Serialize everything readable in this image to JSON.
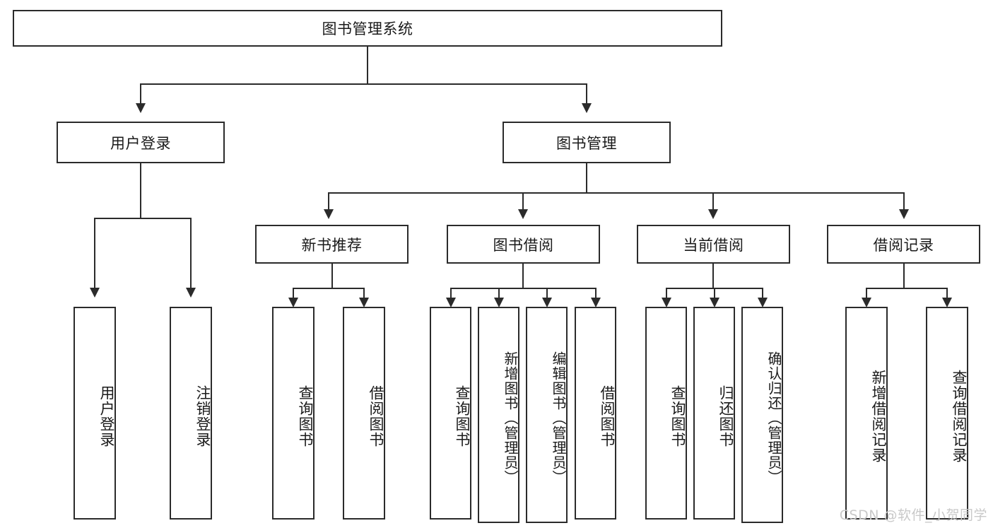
{
  "diagram": {
    "type": "tree-hierarchy",
    "title": "图书管理系统",
    "watermark": "CSDN @软件_小贺同学",
    "colors": {
      "stroke": "#2b2b2b",
      "fill": "#ffffff",
      "text": "#1a1a1a",
      "watermark": "#c9c9c9"
    },
    "nodes": {
      "root": {
        "label": "图书管理系统"
      },
      "level2": [
        {
          "label": "用户登录"
        },
        {
          "label": "图书管理"
        }
      ],
      "level3": [
        {
          "label": "新书推荐"
        },
        {
          "label": "图书借阅"
        },
        {
          "label": "当前借阅"
        },
        {
          "label": "借阅记录"
        }
      ],
      "leaves": {
        "user_login": [
          {
            "label": "用户登录"
          },
          {
            "label": "注销登录"
          }
        ],
        "new_book_recommend": [
          {
            "label": "查询图书"
          },
          {
            "label": "借阅图书"
          }
        ],
        "book_borrow": [
          {
            "label": "查询图书"
          },
          {
            "label": "新增图书（管理员）"
          },
          {
            "label": "编辑图书（管理员）"
          },
          {
            "label": "借阅图书"
          }
        ],
        "current_borrow": [
          {
            "label": "查询图书"
          },
          {
            "label": "归还图书"
          },
          {
            "label": "确认归还（管理员）"
          }
        ],
        "borrow_record": [
          {
            "label": "新增借阅记录"
          },
          {
            "label": "查询借阅记录"
          }
        ]
      }
    }
  }
}
